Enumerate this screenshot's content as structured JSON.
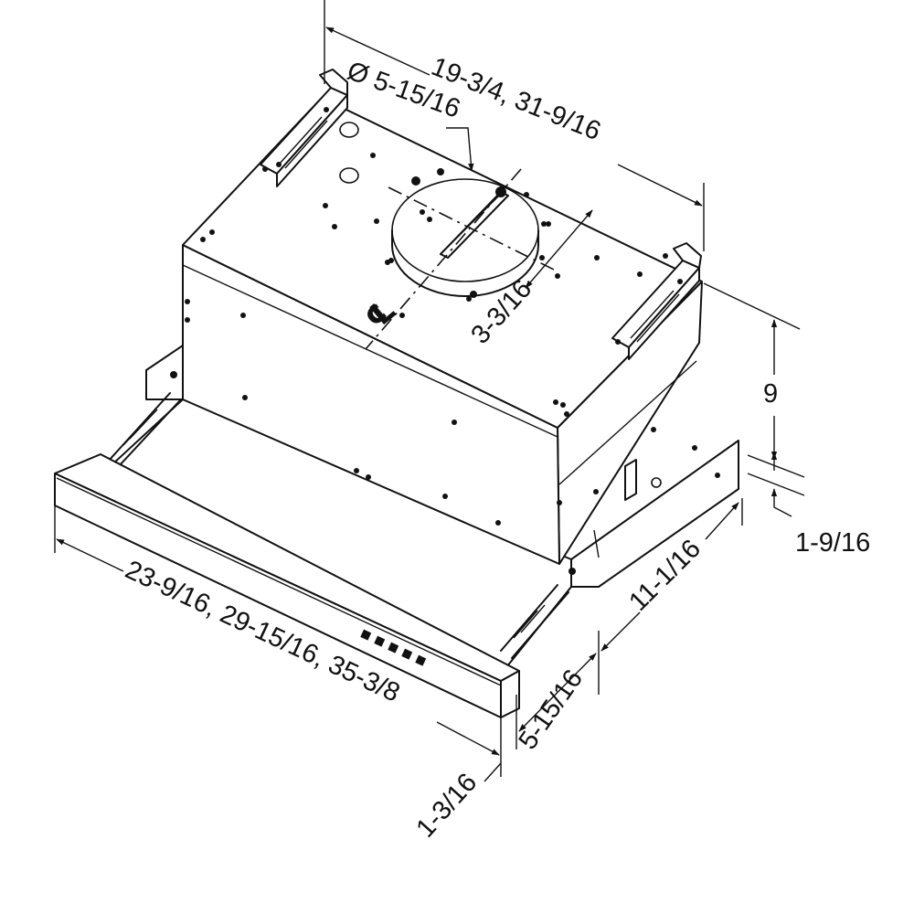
{
  "diagram": {
    "centerline_symbol": "℄",
    "dimensions": {
      "duct_diameter": "Ø 5-15/16",
      "depth": "19-3/4, 31-9/16",
      "duct_offset": "3-3/16",
      "height": "9",
      "front_lip": "1-9/16",
      "side_depth": "11-1/16",
      "extension": "5-15/16",
      "width": "23-9/16, 29-15/16, 35-3/8",
      "trim_height": "1-3/16"
    }
  }
}
